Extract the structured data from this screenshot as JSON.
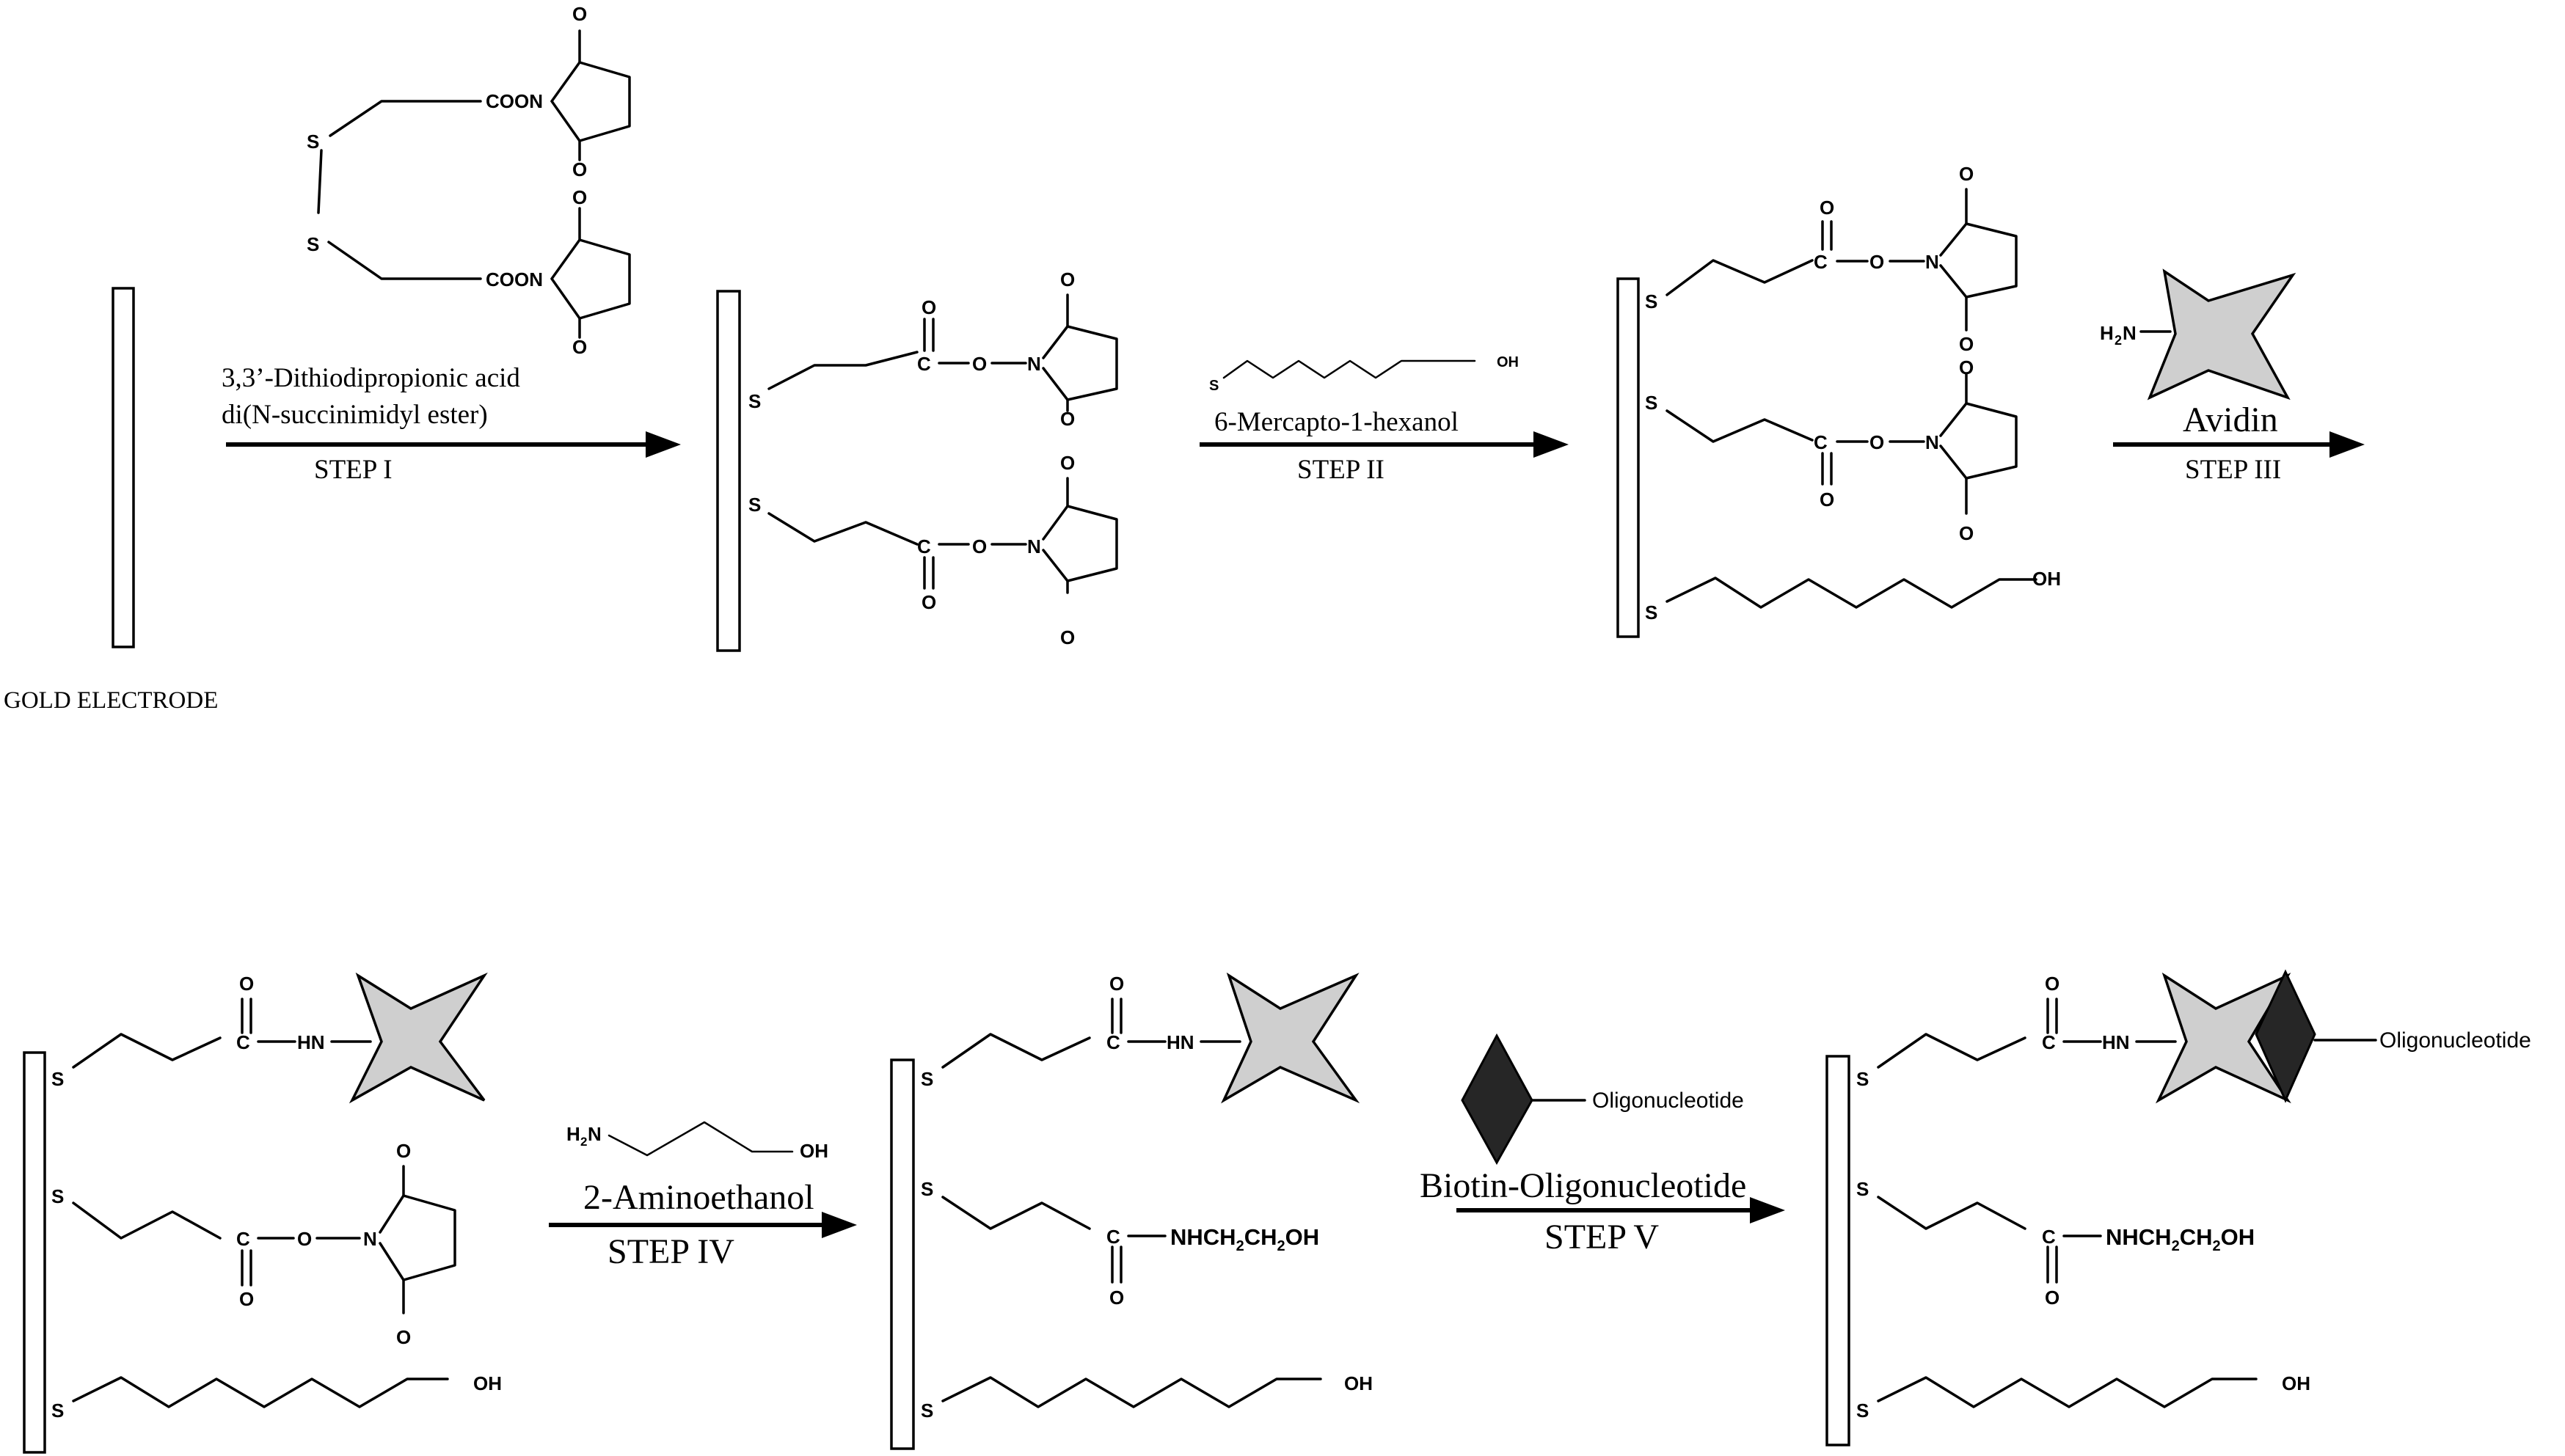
{
  "labels": {
    "gold_electrode": "GOLD ELECTRODE",
    "step1_reagent_line1": "3,3’-Dithiodipropionic acid",
    "step1_reagent_line2": "di(N-succinimidyl ester)",
    "step1": "STEP I",
    "step2_reagent": "6-Mercapto-1-hexanol",
    "step2": "STEP II",
    "step3_reagent": "Avidin",
    "step3": "STEP III",
    "step4_reagent": "2-Aminoethanol",
    "step4": "STEP IV",
    "step5_reagent": "Biotin-Oligonucleotide",
    "step5": "STEP V"
  },
  "atoms": {
    "S": "S",
    "O": "O",
    "N": "N",
    "C": "C",
    "OH": "OH",
    "COON": "COON",
    "HN": "HN",
    "H": "H",
    "sub2": "2",
    "amide_side": "NHCH",
    "amide_mid": "CH",
    "amide_end": "OH",
    "oligonucleotide": "Oligonucleotide"
  }
}
